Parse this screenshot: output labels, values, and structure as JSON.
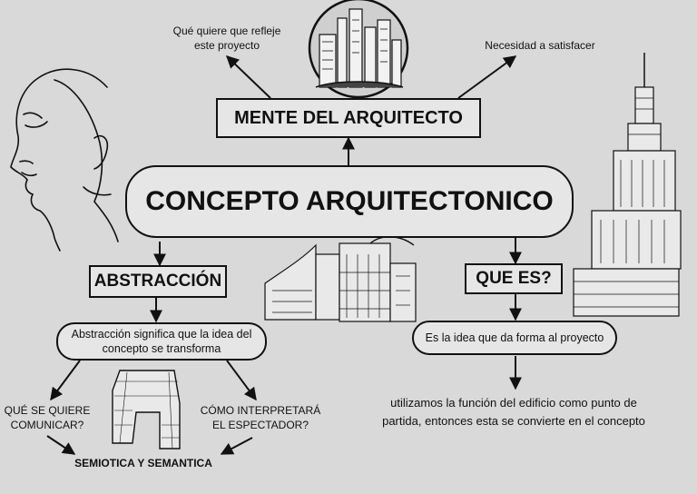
{
  "diagram": {
    "central": "CONCEPTO ARQUITECTONICO",
    "top_box": "MENTE DEL ARQUITECTO",
    "top_left_note": [
      "Qué quiere que refleje",
      "este proyecto"
    ],
    "top_right_note": "Necesidad a satisfacer",
    "left_box": "ABSTRACCIÓN",
    "left_desc": [
      "Abstracción significa que la idea del",
      "concepto se transforma"
    ],
    "left_q1": [
      "QUÉ SE QUIERE",
      "COMUNICAR?"
    ],
    "left_q2": [
      "CÓMO INTERPRETARÁ",
      "EL ESPECTADOR?"
    ],
    "left_result": "SEMIOTICA Y SEMANTICA",
    "right_box": "QUE ES?",
    "right_desc": "Es la idea que da forma al proyecto",
    "right_note": [
      "utilizamos la función del edificio como punto de",
      "partida, entonces esta se convierte en el concepto"
    ]
  },
  "colors": {
    "background": "#d9d9d9",
    "stroke": "#111111",
    "box_fill": "#e6e6e6"
  },
  "icons": [
    "woman-line-art-icon",
    "city-skyline-circle-icon",
    "tower-building-icon",
    "curved-facade-building-icon",
    "cctv-building-icon"
  ]
}
